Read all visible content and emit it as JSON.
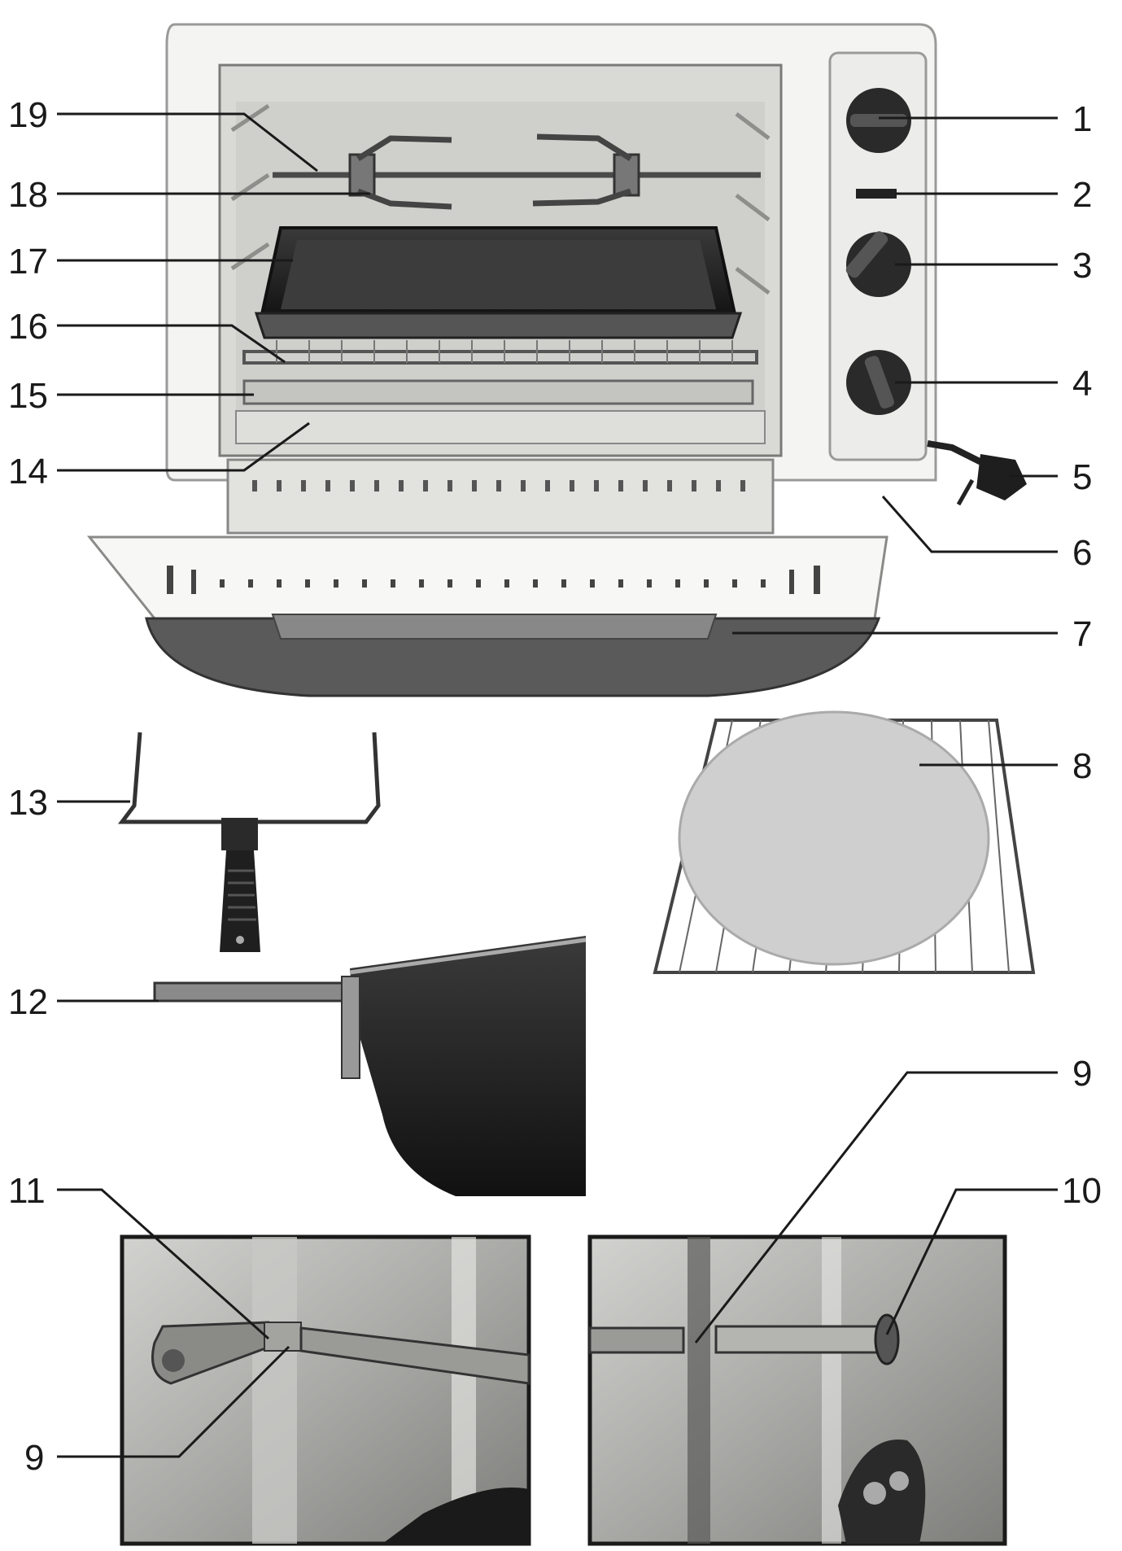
{
  "callouts": {
    "c1": "1",
    "c2": "2",
    "c3": "3",
    "c4": "4",
    "c5": "5",
    "c6": "6",
    "c7": "7",
    "c8": "8",
    "c9_detail_right": "9",
    "c10": "10",
    "c11": "11",
    "c12": "12",
    "c13": "13",
    "c14": "14",
    "c15": "15",
    "c16": "16",
    "c17": "17",
    "c18": "18",
    "c19": "19",
    "c9_detail_left": "9"
  },
  "colors": {
    "line": "#1a1a1a",
    "oven_body": "#f4f4f2",
    "oven_shadow": "#c9c9c6",
    "cavity": "#d7d7d4",
    "dark": "#2a2a2a",
    "pizza_stone": "#cfcfcf",
    "photo_bg": "#b9b9b6"
  },
  "icons": [
    "knob-icon",
    "power-plug-icon",
    "rotisserie-spit-icon",
    "baking-tray-icon",
    "wire-rack-icon"
  ]
}
